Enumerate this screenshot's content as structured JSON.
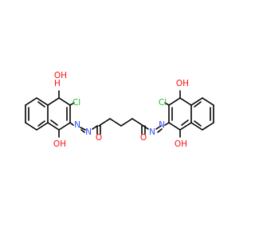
{
  "molecule": {
    "colors": {
      "bond": "#000000",
      "oxygen": "#ff0d0d",
      "nitrogen": "#3050f8",
      "chlorine": "#1fc01f",
      "background": "#ffffff"
    },
    "labels": {
      "left_oh_top": "OH",
      "left_oh_top_h": "H",
      "left_cl": "Cl",
      "left_n1": "N",
      "left_n2": "N",
      "left_oh_bottom": "OH",
      "left_carbonyl_o": "O",
      "right_carbonyl_o": "O",
      "right_n1": "N",
      "right_n2": "N",
      "right_cl": "Cl",
      "right_oh_top": "OH",
      "right_oh_bottom": "OH"
    }
  }
}
